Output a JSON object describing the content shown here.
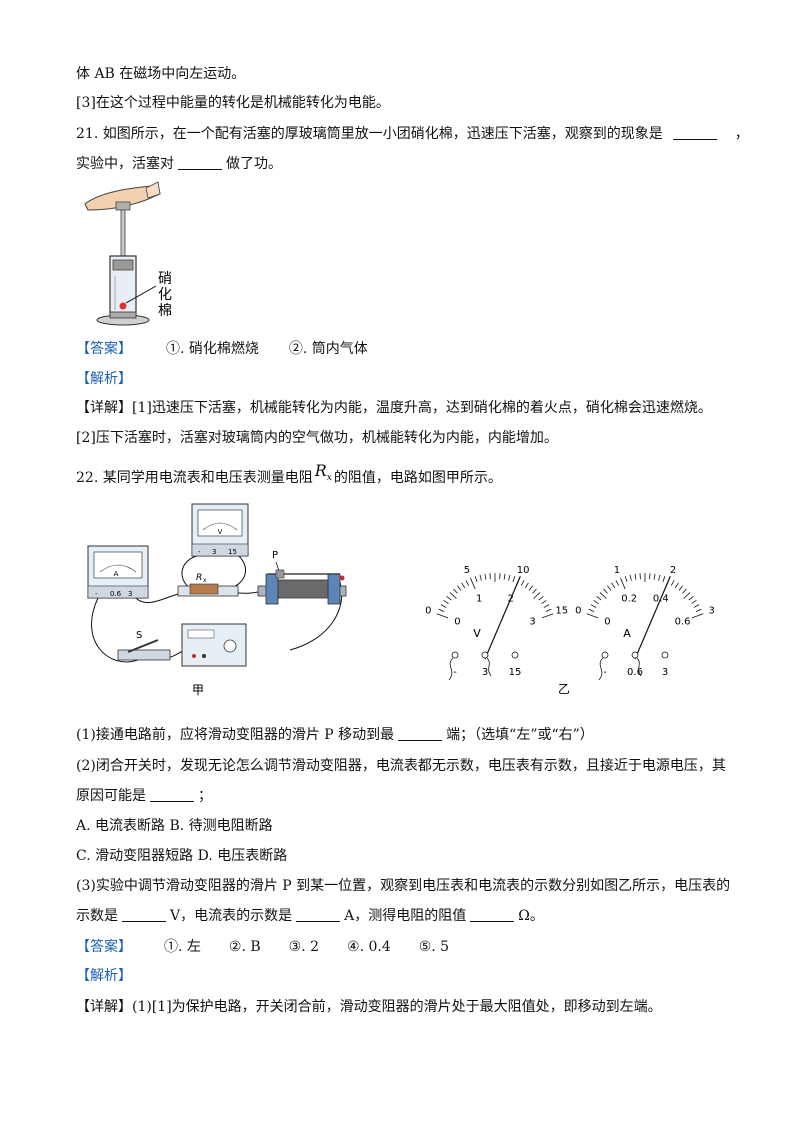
{
  "lines": {
    "l1": "体 AB 在磁场中向左运动。",
    "l2": "[3]在这个过程中能量的转化是机械能转化为电能。",
    "q21_a": "21. 如图所示，在一个配有活塞的厚玻璃筒里放一小团硝化棉，迅速压下活塞，观察到的现象是",
    "q21_b": "，",
    "q21_c": "实验中，活塞对",
    "q21_d": "做了功。",
    "ans21_tag": "【答案】",
    "ans21_1": "①. 硝化棉燃烧",
    "ans21_2": "②. 筒内气体",
    "jx21": "【解析】",
    "xj21_tag": "【详解】",
    "xj21_1": "[1]迅速压下活塞，机械能转化为内能，温度升高，达到硝化棉的着火点，硝化棉会迅速燃烧。",
    "xj21_2": "[2]压下活塞时，活塞对玻璃筒内的空气做功，机械能转化为内能，内能增加。",
    "q22_a": "22. 某同学用电流表和电压表测量电阻",
    "q22_rx": "R",
    "q22_rx_sub": "x",
    "q22_b": "的阻值，电路如图甲所示。",
    "q22_1a": "(1)接通电路前，应将滑动变阻器的滑片 P 移动到最",
    "q22_1b": "端；（选填“左”或“右”）",
    "q22_2a": "(2)闭合开关时，发现无论怎么调节滑动变阻器，电流表都无示数，电压表有示数，且接近于电源电压，其",
    "q22_2b": "原因可能是",
    "q22_2c": "；",
    "optAB": "A.  电流表断路  B.  待测电阻断路",
    "optCD": "C.  滑动变阻器短路  D.  电压表断路",
    "q22_3a": "(3)实验中调节滑动变阻器的滑片 P 到某一位置，观察到电压表和电流表的示数分别如图乙所示，电压表的",
    "q22_3b": "示数是",
    "q22_3c": "V，电流表的示数是",
    "q22_3d": "A，测得电阻的阻值",
    "q22_3e": "Ω。",
    "ans22_tag": "【答案】",
    "ans22_1": "①. 左",
    "ans22_2": "②. B",
    "ans22_3": "③. 2",
    "ans22_4": "④. 0.4",
    "ans22_5": "⑤. 5",
    "jx22": "【解析】",
    "xj22_tag": "【详解】",
    "xj22_1": "(1)[1]为保护电路，开关闭合前，滑动变阻器的滑片处于最大阻值处，即移动到左端。"
  },
  "fig21": {
    "label_chars": [
      "硝",
      "化",
      "棉"
    ]
  },
  "fig22": {
    "label_jia": "甲",
    "label_yi": "乙",
    "ammeter_scale": [
      "-",
      "0.6",
      "3"
    ],
    "voltmeter_scale": [
      "-",
      "3",
      "15"
    ],
    "resistor_label": "R",
    "resistor_sub": "x",
    "slider_label": "P",
    "switch_label": "S",
    "vmeter": {
      "outer_ticks": [
        "0",
        "5",
        "10",
        "15"
      ],
      "inner_ticks": [
        "0",
        "1",
        "2",
        "3"
      ],
      "symbol": "V",
      "terminals": [
        "-",
        "3",
        "15"
      ],
      "reading": 2
    },
    "ameter": {
      "outer_ticks": [
        "0",
        "1",
        "2",
        "3"
      ],
      "inner_ticks": [
        "0",
        "0.2",
        "0.4",
        "0.6"
      ],
      "symbol": "A",
      "terminals": [
        "-",
        "0.6",
        "3"
      ],
      "reading": 0.4
    }
  }
}
